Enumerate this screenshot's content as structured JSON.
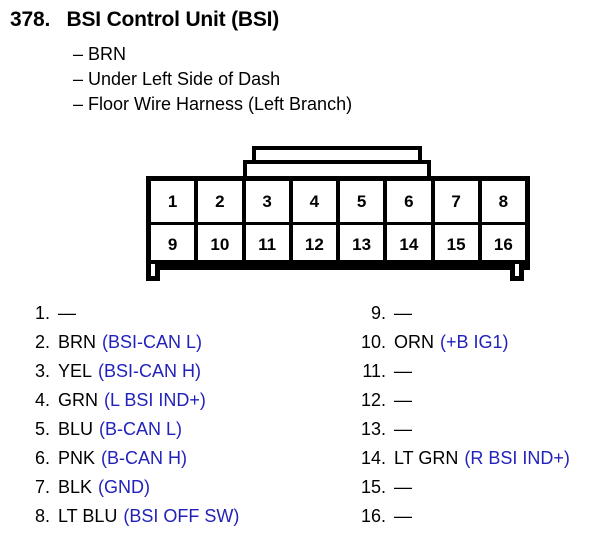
{
  "header": {
    "number": "378.",
    "title": "BSI Control Unit (BSI)",
    "notes": [
      {
        "dash": "–",
        "text": "BRN"
      },
      {
        "dash": "–",
        "text": "Under Left Side of Dash"
      },
      {
        "dash": "–",
        "text": "Floor Wire Harness (Left Branch)"
      }
    ]
  },
  "connector": {
    "rows": [
      [
        "1",
        "2",
        "3",
        "4",
        "5",
        "6",
        "7",
        "8"
      ],
      [
        "9",
        "10",
        "11",
        "12",
        "13",
        "14",
        "15",
        "16"
      ]
    ]
  },
  "pin_list": {
    "left": [
      {
        "num": "1.",
        "label": "—",
        "signal": ""
      },
      {
        "num": "2.",
        "label": "BRN",
        "signal": "(BSI-CAN L)"
      },
      {
        "num": "3.",
        "label": "YEL",
        "signal": "(BSI-CAN H)"
      },
      {
        "num": "4.",
        "label": "GRN",
        "signal": "(L BSI IND+)"
      },
      {
        "num": "5.",
        "label": "BLU",
        "signal": "(B-CAN L)"
      },
      {
        "num": "6.",
        "label": "PNK",
        "signal": "(B-CAN H)"
      },
      {
        "num": "7.",
        "label": "BLK",
        "signal": "(GND)"
      },
      {
        "num": "8.",
        "label": "LT BLU",
        "signal": "(BSI OFF SW)"
      }
    ],
    "right": [
      {
        "num": "9.",
        "label": "—",
        "signal": ""
      },
      {
        "num": "10.",
        "label": "ORN",
        "signal": "(+B IG1)"
      },
      {
        "num": "11.",
        "label": "—",
        "signal": ""
      },
      {
        "num": "12.",
        "label": "—",
        "signal": ""
      },
      {
        "num": "13.",
        "label": "—",
        "signal": ""
      },
      {
        "num": "14.",
        "label": "LT GRN",
        "signal": "(R BSI IND+)"
      },
      {
        "num": "15.",
        "label": "—",
        "signal": ""
      },
      {
        "num": "16.",
        "label": "—",
        "signal": ""
      }
    ]
  },
  "colors": {
    "signal_blue": "#2222bb",
    "ink": "#000000",
    "page": "#ffffff"
  }
}
